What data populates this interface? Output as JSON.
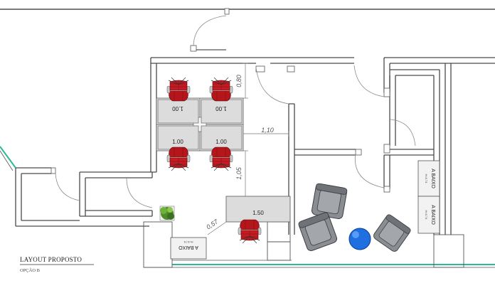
{
  "plan": {
    "title": "LAYOUT PROPOSTO",
    "subtitle": "OPÇÃO B"
  },
  "desks": [
    {
      "label": "1.00",
      "flipped": true
    },
    {
      "label": "1.00",
      "flipped": true
    },
    {
      "label": "1.00",
      "flipped": false
    },
    {
      "label": "1.00",
      "flipped": false
    },
    {
      "label": "1.50",
      "flipped": false
    }
  ],
  "dimensions": [
    "0,80",
    "1,10",
    "1,05",
    "0,57"
  ],
  "cabinets": [
    {
      "label": "A BAIXO",
      "sublabel": "H=0.74"
    },
    {
      "label": "A BAIXO",
      "sublabel": "H=0.74"
    },
    {
      "label": "A BAIXO",
      "sublabel": "H=0.74"
    }
  ],
  "colors": {
    "wall": "#4a4a4a",
    "chair": "#b5161b",
    "chair_dark": "#7a0d10",
    "desk": "#dcdcdc",
    "armchair": "#8a8d92",
    "plant": "#4f8a2b",
    "ball": "#1f6fe0",
    "glass": "#2fb79a"
  },
  "icons": [
    "office-chair-icon",
    "armchair-icon",
    "plant-icon",
    "ball-icon",
    "door-swing-icon"
  ]
}
